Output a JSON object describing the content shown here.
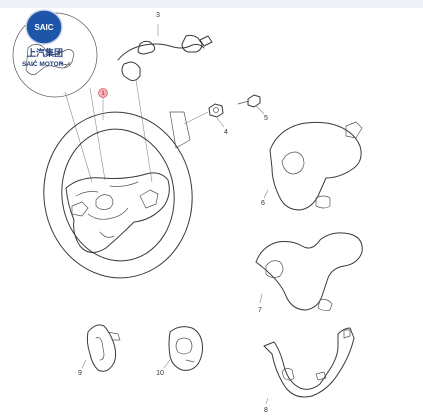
{
  "logo": {
    "badge_text": "SAIC",
    "chinese_name": "上汽集团",
    "english_name": "SAIC MOTOR"
  },
  "callouts": [
    {
      "id": "c1",
      "label": "1",
      "highlighted": true
    },
    {
      "id": "c3",
      "label": "3",
      "highlighted": false
    },
    {
      "id": "c4",
      "label": "4",
      "highlighted": false
    },
    {
      "id": "c5",
      "label": "5",
      "highlighted": false
    },
    {
      "id": "c6",
      "label": "6",
      "highlighted": false
    },
    {
      "id": "c7",
      "label": "7",
      "highlighted": false
    },
    {
      "id": "c8",
      "label": "8",
      "highlighted": false
    },
    {
      "id": "c9",
      "label": "9",
      "highlighted": false
    },
    {
      "id": "c10",
      "label": "10",
      "highlighted": false
    }
  ],
  "colors": {
    "highlight": "#f6b3b8",
    "logo_blue": "#1f55a8",
    "line": "#3a3a3a"
  }
}
